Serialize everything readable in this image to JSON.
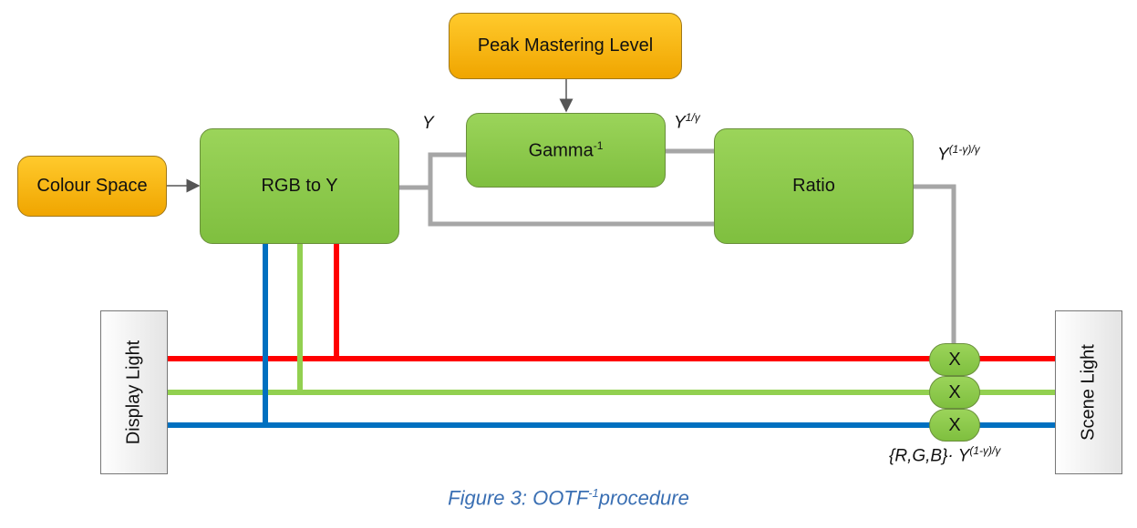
{
  "blocks": {
    "peak_mastering_level": "Peak Mastering Level",
    "colour_space": "Colour Space",
    "rgb_to_y": "RGB to Y",
    "gamma": "Gamma",
    "gamma_sup": "-1",
    "ratio": "Ratio",
    "multiplier": "X",
    "display_light": "Display Light",
    "scene_light": "Scene Light"
  },
  "labels": {
    "y": "Y",
    "y_gamma_base": "Y",
    "y_gamma_exp": "1/γ",
    "y_ratio_base": "Y",
    "y_ratio_exp": "(1-γ)/γ",
    "output_prefix": "{R,G,B}· Y",
    "output_exp": "(1-γ)/γ"
  },
  "caption": {
    "prefix": "Figure 3: OOTF",
    "sup": "-1",
    "suffix": "procedure"
  },
  "colors": {
    "red_channel": "#ff0000",
    "green_channel": "#92d050",
    "blue_channel": "#0070c0",
    "luma_line": "#a6a6a6",
    "block_green": "#8ccb4a",
    "block_orange": "#f6b30f",
    "caption": "#3a6fb3"
  }
}
